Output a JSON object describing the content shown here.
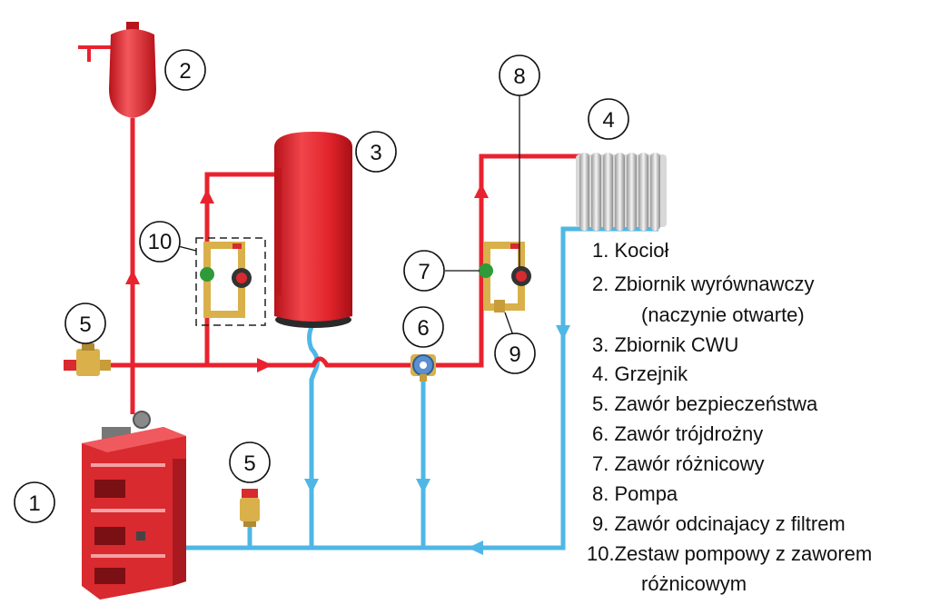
{
  "colors": {
    "supply_pipe": "#e8232f",
    "return_pipe": "#4fb7e6",
    "boiler_red": "#d82a2f",
    "tank_red": "#e2242c",
    "brass": "#d9b04a",
    "valve_green": "#2f9a3a",
    "radiator": "#e8e8e8"
  },
  "components": [
    {
      "number": "1",
      "icon": "boiler-icon"
    },
    {
      "number": "2",
      "icon": "expansion-tank-icon"
    },
    {
      "number": "3",
      "icon": "hot-water-tank-icon"
    },
    {
      "number": "4",
      "icon": "radiator-icon"
    },
    {
      "number": "5",
      "icon": "safety-valve-icon"
    },
    {
      "number": "6",
      "icon": "three-way-valve-icon"
    },
    {
      "number": "7",
      "icon": "differential-valve-icon"
    },
    {
      "number": "8",
      "icon": "pump-icon"
    },
    {
      "number": "9",
      "icon": "shutoff-valve-filter-icon"
    },
    {
      "number": "10",
      "icon": "pump-set-icon"
    }
  ],
  "callouts": {
    "c1": "1",
    "c2": "2",
    "c3": "3",
    "c4": "4",
    "c5a": "5",
    "c5b": "5",
    "c6": "6",
    "c7": "7",
    "c8": "8",
    "c9": "9",
    "c10": "10"
  },
  "legend": [
    "1. Kocioł",
    "2. Zbiornik wyrównawczy",
    "(naczynie otwarte)",
    "3. Zbiornik CWU",
    "4. Grzejnik",
    "5. Zawór bezpieczeństwa",
    "6. Zawór trójdrożny",
    "7. Zawór różnicowy",
    "8. Pompa",
    "9. Zawór odcinajacy z filtrem",
    "10.Zestaw pompowy z zaworem",
    "różnicowym"
  ]
}
